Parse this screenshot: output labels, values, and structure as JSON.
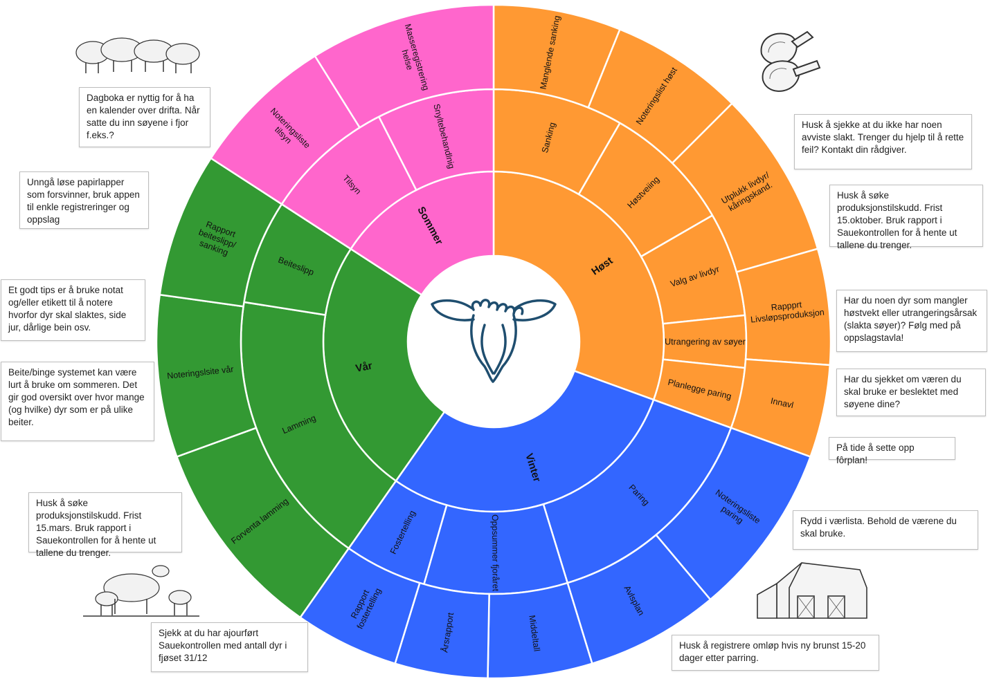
{
  "center_icon": "sheep-head-icon",
  "colors": {
    "host": "#ff9933",
    "vinter": "#3366ff",
    "var": "#339933",
    "sommer": "#ff66cc",
    "divider": "#ffffff",
    "icon_stroke": "#1f4e6f"
  },
  "seasons": [
    {
      "id": "host",
      "label": "Høst",
      "start": 0,
      "end": 110,
      "middle": [
        {
          "label": "Sanking",
          "a0": 0,
          "a1": 30
        },
        {
          "label": "Høstveiing",
          "a0": 30,
          "a1": 60
        },
        {
          "label": "Valg av livdyr",
          "a0": 60,
          "a1": 84
        },
        {
          "label": "Utrangering av søyer",
          "a0": 84,
          "a1": 96
        },
        {
          "label": "Planlegge paring",
          "a0": 96,
          "a1": 110
        }
      ],
      "outer": [
        {
          "label": "Manglende sanking",
          "a0": 0,
          "a1": 22
        },
        {
          "label": "Noteringslist høst",
          "a0": 22,
          "a1": 45
        },
        {
          "label": "Utplukk livdyr/ kåringskand.",
          "a0": 45,
          "a1": 74
        },
        {
          "label": "Rappprt Livsløpsproduksjon",
          "a0": 74,
          "a1": 94
        },
        {
          "label": "Innavl",
          "a0": 94,
          "a1": 110
        }
      ]
    },
    {
      "id": "vinter",
      "label": "Vinter",
      "start": 110,
      "end": 215,
      "middle": [
        {
          "label": "Paring",
          "a0": 110,
          "a1": 163
        },
        {
          "label": "Oppsummer fjoråret",
          "a0": 163,
          "a1": 196
        },
        {
          "label": "Fostertelling",
          "a0": 196,
          "a1": 215
        }
      ],
      "outer": [
        {
          "label": "Noteringsliste paring",
          "a0": 110,
          "a1": 140
        },
        {
          "label": "Avlsplan",
          "a0": 140,
          "a1": 163
        },
        {
          "label": "Middeltall",
          "a0": 163,
          "a1": 181
        },
        {
          "label": "Årsrapport",
          "a0": 181,
          "a1": 197
        },
        {
          "label": "Rapport fostertelling",
          "a0": 197,
          "a1": 215
        }
      ]
    },
    {
      "id": "var",
      "label": "Vår",
      "start": 215,
      "end": 303,
      "middle": [
        {
          "label": "Lamming",
          "a0": 215,
          "a1": 279
        },
        {
          "label": "Beiteslipp",
          "a0": 279,
          "a1": 303
        }
      ],
      "outer": [
        {
          "label": "Forventa lamming",
          "a0": 215,
          "a1": 250
        },
        {
          "label": "Noteringslsite vår",
          "a0": 250,
          "a1": 278
        },
        {
          "label": "Rapport beiteslipp/ sanking",
          "a0": 278,
          "a1": 303
        }
      ]
    },
    {
      "id": "sommer",
      "label": "Sommer",
      "start": 303,
      "end": 360,
      "middle": [
        {
          "label": "Tilsyn",
          "a0": 303,
          "a1": 333
        },
        {
          "label": "Snyltebehandlnig",
          "a0": 333,
          "a1": 360
        }
      ],
      "outer": [
        {
          "label": "Noteringsliste tilsyn",
          "a0": 303,
          "a1": 328
        },
        {
          "label": "Masseregistrering helse",
          "a0": 328,
          "a1": 360
        }
      ]
    }
  ],
  "notes": [
    {
      "id": "dagboka",
      "text": "Dagboka er nyttig for å ha en kalender over drifta. Når satte du inn søyene i fjor f.eks.?"
    },
    {
      "id": "papirlapper",
      "text": "Unngå løse papirlapper som forsvinner, bruk appen til enkle registreringer og oppslag"
    },
    {
      "id": "notat",
      "text": "Et godt tips er å bruke notat og/eller etikett til å notere hvorfor dyr skal slaktes, side jur, dårlige bein osv."
    },
    {
      "id": "beite",
      "text": "Beite/binge systemet kan være lurt å bruke om sommeren. Det gir god oversikt over hvor mange (og hvilke) dyr som er på ulike beiter."
    },
    {
      "id": "tilskudd_mars",
      "text": "Husk å søke produksjonstilskudd. Frist 15.mars. Bruk rapport i Sauekontrollen for å hente ut tallene du trenger."
    },
    {
      "id": "ajourfort",
      "text": "Sjekk at du har ajourført Sauekontrollen med antall  dyr i fjøset 31/12"
    },
    {
      "id": "slakt",
      "text": "Husk å sjekke at du ikke har noen avviste slakt. Trenger du hjelp til å rette feil? Kontakt din rådgiver."
    },
    {
      "id": "tilskudd_okt",
      "text": "Husk å søke produksjonstilskudd. Frist 15.oktober. Bruk rapport i Sauekontrollen for å hente ut tallene du trenger."
    },
    {
      "id": "hostvekt",
      "text": "Har du noen dyr som mangler høstvekt eller utrangeringsårsak (slakta søyer)? Følg med på oppslagstavla!"
    },
    {
      "id": "beslektet",
      "text": "Har du sjekket om væren du skal bruke er beslektet med søyene dine?"
    },
    {
      "id": "forplan",
      "text": "På tide å sette opp fôrplan!"
    },
    {
      "id": "verlista",
      "text": "Rydd i værlista. Behold de værene du skal bruke."
    },
    {
      "id": "omlop",
      "text": "Husk å registrere omløp hvis ny brunst 15-20 dager etter parring."
    }
  ]
}
